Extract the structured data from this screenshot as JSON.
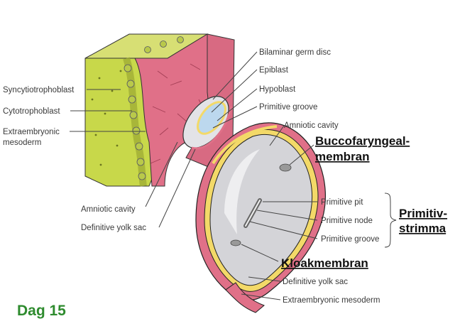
{
  "title": "Dag 15",
  "colors": {
    "title": "#2e8b2e",
    "syncytio": "#c8d84a",
    "mesoderm": "#e07088",
    "membrane": "#f3d968",
    "cavity": "#d4d4d8",
    "outline": "#222222"
  },
  "labels_left": {
    "syncytiotrophoblast": "Syncytiotrophoblast",
    "cytotrophoblast": "Cytotrophoblast",
    "extraembryonic_line1": "Extraembryonic",
    "extraembryonic_line2": "mesoderm",
    "amniotic_cavity": "Amniotic cavity",
    "definitive_yolk_sac": "Definitive yolk sac"
  },
  "labels_top": {
    "bilaminar": "Bilaminar germ disc",
    "epiblast": "Epiblast",
    "hypoblast": "Hypoblast",
    "primitive_groove": "Primitive groove",
    "amniotic_cavity": "Amniotic cavity"
  },
  "labels_right": {
    "primitive_pit": "Primitive pit",
    "primitive_node": "Primitive node",
    "primitive_groove": "Primitive groove",
    "definitive_yolk_sac": "Definitive yolk sac",
    "extraembryonic_mesoderm": "Extraembryonic mesoderm"
  },
  "annotations": {
    "bucco_line1": "Buccofaryngeal-",
    "bucco_line2": "membran",
    "primitiv_line1": "Primitiv-",
    "primitiv_line2": "strimma",
    "kloak": "Kloakmembran"
  }
}
